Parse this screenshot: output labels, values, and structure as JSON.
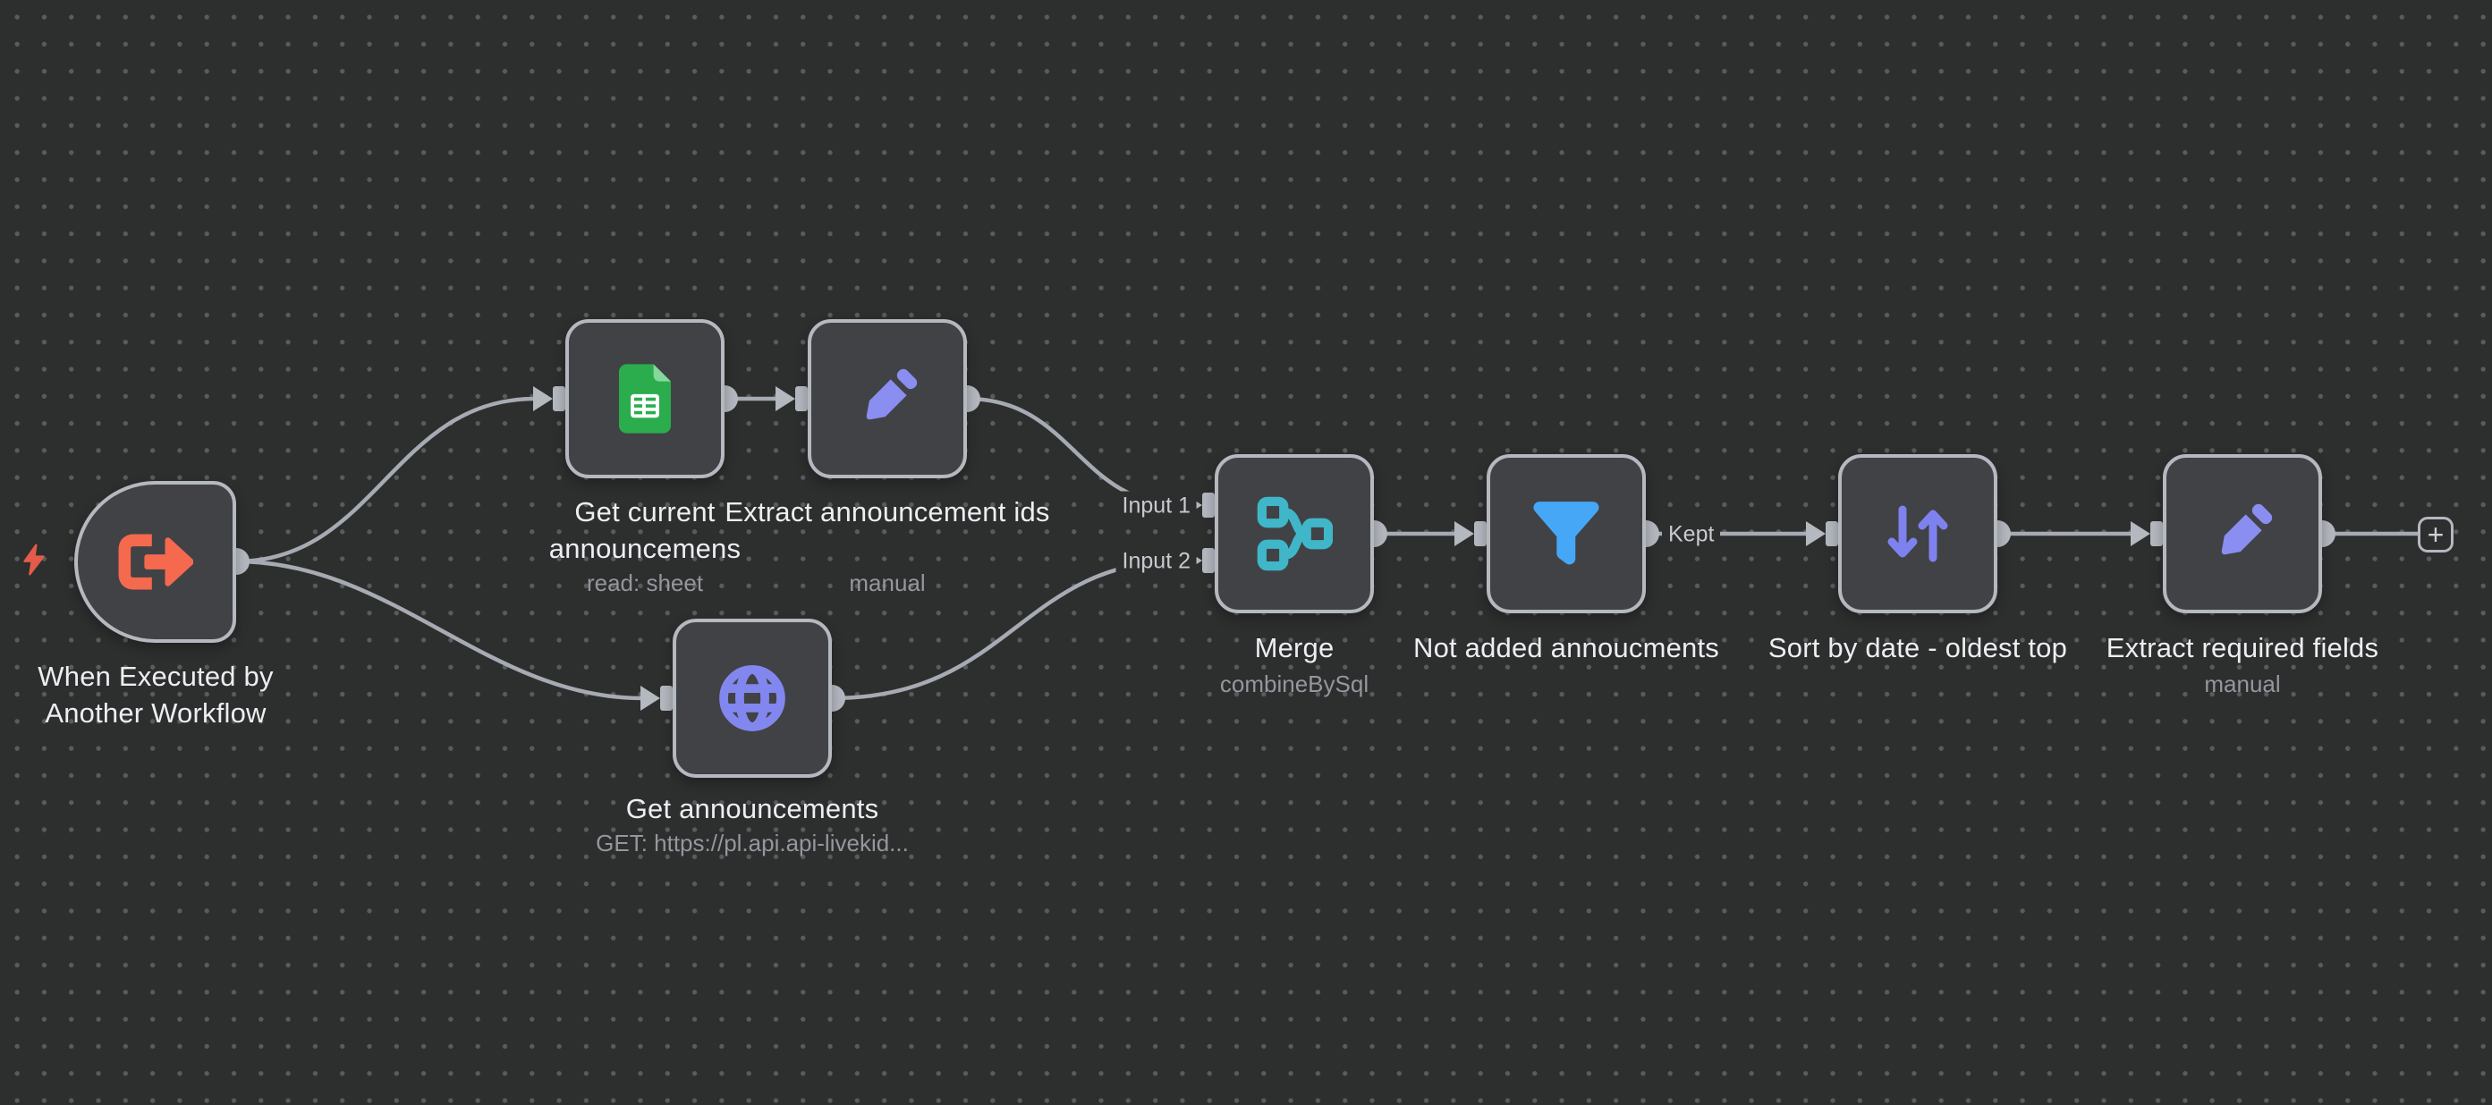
{
  "canvas": {
    "background_color": "#2d2e2e",
    "dot_color": "#5a5b5d"
  },
  "workflow": {
    "nodes": [
      {
        "id": "trigger",
        "title": "When Executed by Another Workflow",
        "subtitle": "",
        "icon": "execute-workflow-icon",
        "icon_color": "#f5694f",
        "shape": "trigger-rounded-left"
      },
      {
        "id": "sheets",
        "title": "Get current announcemens",
        "subtitle": "read: sheet",
        "icon": "google-sheets-icon",
        "icon_color": "#2bad4e"
      },
      {
        "id": "extract-ids",
        "title": "Extract announcement ids",
        "subtitle": "manual",
        "icon": "edit-pencil-icon",
        "icon_color": "#8a8ef0"
      },
      {
        "id": "http",
        "title": "Get announcements",
        "subtitle": "GET: https://pl.api.api-livekid...",
        "icon": "globe-icon",
        "icon_color": "#8287f0"
      },
      {
        "id": "merge",
        "title": "Merge",
        "subtitle": "combineBySql",
        "icon": "merge-icon",
        "icon_color": "#40b6c9",
        "input_labels": [
          "Input 1",
          "Input 2"
        ]
      },
      {
        "id": "filter",
        "title": "Not added annoucments",
        "subtitle": "",
        "icon": "filter-icon",
        "icon_color": "#46a7f7",
        "output_label": "Kept"
      },
      {
        "id": "sort",
        "title": "Sort by date - oldest top",
        "subtitle": "",
        "icon": "sort-icon",
        "icon_color": "#7d82ee"
      },
      {
        "id": "extract-fields",
        "title": "Extract required fields",
        "subtitle": "manual",
        "icon": "edit-pencil-icon",
        "icon_color": "#8a8ef0"
      }
    ],
    "add_node_button": {
      "label": "+"
    },
    "trigger_indicator": "lightning-bolt-icon",
    "colors": {
      "node_background": "#414245",
      "node_border": "#b4b8bf",
      "connection": "#a6abb3",
      "title_text": "#eceef1",
      "subtitle_text": "#94979d"
    }
  }
}
